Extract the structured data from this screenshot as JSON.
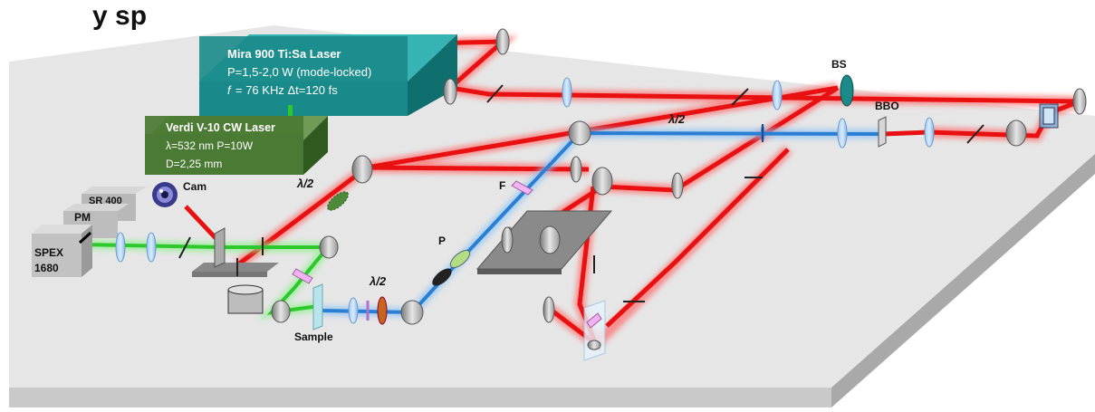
{
  "title_fragment": "y sp",
  "mira": {
    "title": "Mira 900 Ti:Sa Laser",
    "line1": "P=1,5-2,0 W (mode-locked)",
    "line2_f": "f",
    "line2_rest": "= 76 KHz  Δt=120 fs",
    "color": "#1a8a8a"
  },
  "verdi": {
    "title": "Verdi V-10 CW Laser",
    "line1": "λ=532  nm P=10W",
    "line2": "D=2,25  mm",
    "color": "#4a7a33"
  },
  "labels": {
    "bs": "BS",
    "bbo": "BBO",
    "half_wave_top": "λ/2",
    "half_wave_left": "λ/2",
    "half_wave_bottom": "λ/2",
    "cam": "Cam",
    "f": "F",
    "p": "P",
    "sample": "Sample"
  },
  "instruments": {
    "sr400": "SR 400",
    "pm": "PM",
    "spex_line1": "SPEX",
    "spex_line2": "1680"
  },
  "beam_colors": {
    "red": "#e81010",
    "blue": "#2a7fd4",
    "green": "#2cc82c"
  }
}
